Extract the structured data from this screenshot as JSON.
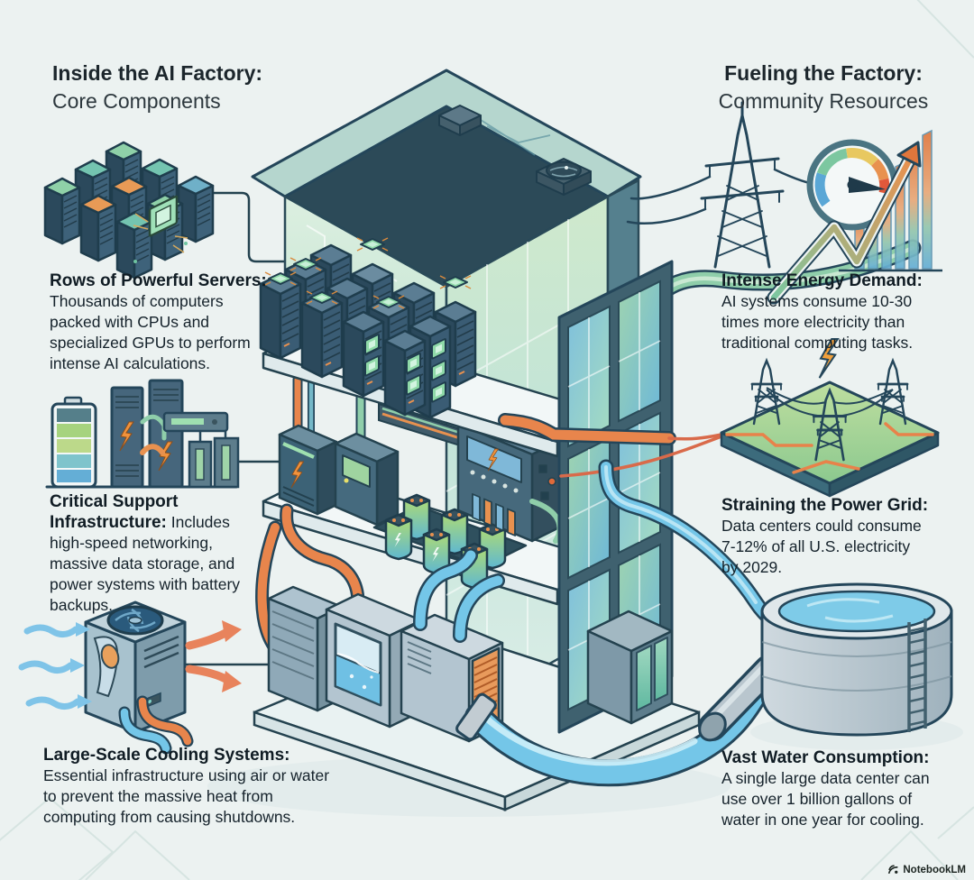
{
  "left_panel": {
    "title_bold": "Inside the AI Factory:",
    "title_regular": "Core Components",
    "items": [
      {
        "icon": "server-racks-icon",
        "heading": "Rows of Powerful Servers:",
        "body": "\nThousands of computers\npacked with CPUs and\nspecialized GPUs to perform\nintense AI calculations."
      },
      {
        "icon": "power-battery-icon",
        "heading": "Critical Support\nInfrastructure:",
        "body": " Includes\nhigh-speed networking,\nmassive data storage, and\npower systems with battery\nbackups."
      },
      {
        "icon": "cooling-unit-icon",
        "heading": "Large-Scale Cooling Systems:",
        "body": "\nEssential infrastructure using air or water\nto prevent the massive heat from\ncomputing from causing shutdowns."
      }
    ]
  },
  "right_panel": {
    "title_bold": "Fueling the Factory:",
    "title_regular": "Community Resources",
    "items": [
      {
        "icon": "energy-demand-icon",
        "heading": "Intense Energy Demand:",
        "body": "\nAI systems consume 10-30\ntimes more electricity than\ntraditional computing tasks."
      },
      {
        "icon": "power-grid-icon",
        "heading": "Straining the Power Grid:",
        "body": "\nData centers could consume\n7-12% of all U.S. electricity\nby 2029."
      },
      {
        "icon": "water-tank-icon",
        "heading": "Vast Water Consumption:",
        "body": "\nA single large data center can\nuse over 1 billion gallons of\nwater in one year for cooling."
      }
    ]
  },
  "center_illustration": "ai-data-center-cutaway",
  "footer": {
    "brand": "NotebookLM"
  },
  "colors": {
    "background": "#ECF2F1",
    "outline": "#24465A",
    "accent_orange": "#E8854C",
    "accent_green": "#8FCEAA",
    "accent_blue": "#74C6E8",
    "glass_green": "#CFE9CC",
    "text": "#15222B"
  }
}
